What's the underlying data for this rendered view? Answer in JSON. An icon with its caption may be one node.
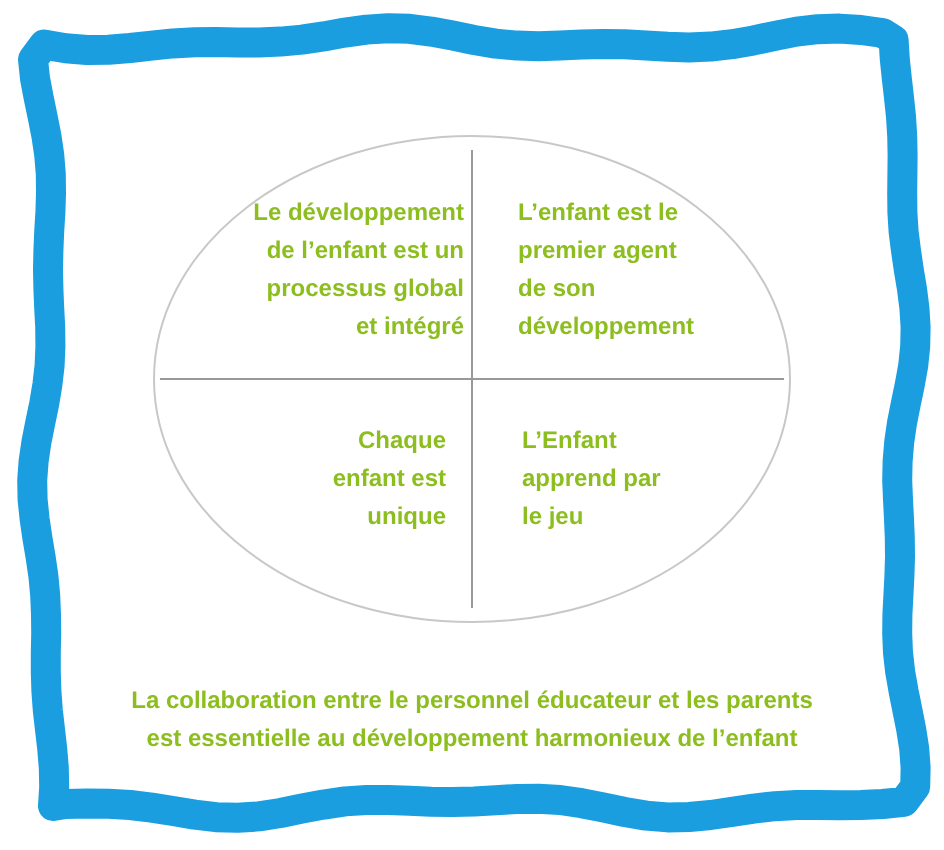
{
  "diagram": {
    "nodes": [
      {
        "text": [
          "La collaboration entre le personnel éducateur et les parents est essentielle au développement harmonieux de l’enfant"
        ]
      },
      {
        "text": [
          "Le développement de l’enfant est un processus global et intégré",
          "L’enfant est le premier agent de son développement",
          "Chaque enfant est unique",
          "L’Enfant apprend par le jeu"
        ],
        "in": 0
      }
    ],
    "edges": []
  }
}
